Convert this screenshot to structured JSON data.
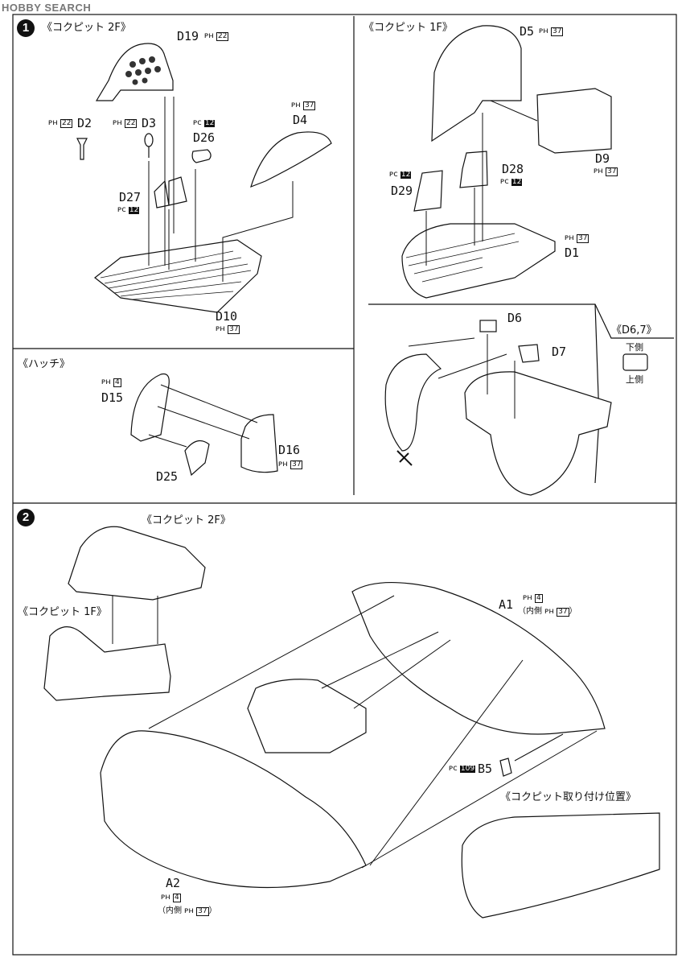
{
  "watermark": "HOBBY SEARCH",
  "step1": {
    "number": "1",
    "cockpit2f": {
      "title": "《コクピット 2F》",
      "labels": {
        "D19": "D19",
        "D19_ref": "22",
        "D2": "D2",
        "D2_ref": "22",
        "D3": "D3",
        "D3_ref": "22",
        "D4": "D4",
        "D4_ref": "37",
        "D26": "D26",
        "D26_ref": "12",
        "D27": "D27",
        "D27_ref": "12",
        "D10": "D10",
        "D10_ref": "37"
      }
    },
    "cockpit1f": {
      "title": "《コクピット 1F》",
      "labels": {
        "D5": "D5",
        "D5_ref": "37",
        "D9": "D9",
        "D9_ref": "37",
        "D28": "D28",
        "D28_ref": "12",
        "D29": "D29",
        "D29_ref": "12",
        "D1": "D1",
        "D1_ref": "37"
      }
    },
    "hatch": {
      "title": "《ハッチ》",
      "labels": {
        "D15": "D15",
        "D15_ref": "4",
        "D16": "D16",
        "D16_ref": "37",
        "D25": "D25"
      }
    },
    "d67": {
      "labels": {
        "D6": "D6",
        "D7": "D7"
      },
      "inset_title": "《D6,7》",
      "lower": "下側",
      "upper": "上側"
    }
  },
  "step2": {
    "number": "2",
    "cockpit2f_title": "《コクピット 2F》",
    "cockpit1f_title": "《コクピット 1F》",
    "mount_title": "《コクピット取り付け位置》",
    "A1": "A1",
    "A1_ref": "4",
    "A1_inner": "（内側",
    "A1_inner_ref": "37",
    "A2": "A2",
    "A2_ref": "4",
    "A2_inner": "（内側",
    "A2_inner_ref": "37",
    "B5": "B5",
    "B5_ref": "109"
  }
}
